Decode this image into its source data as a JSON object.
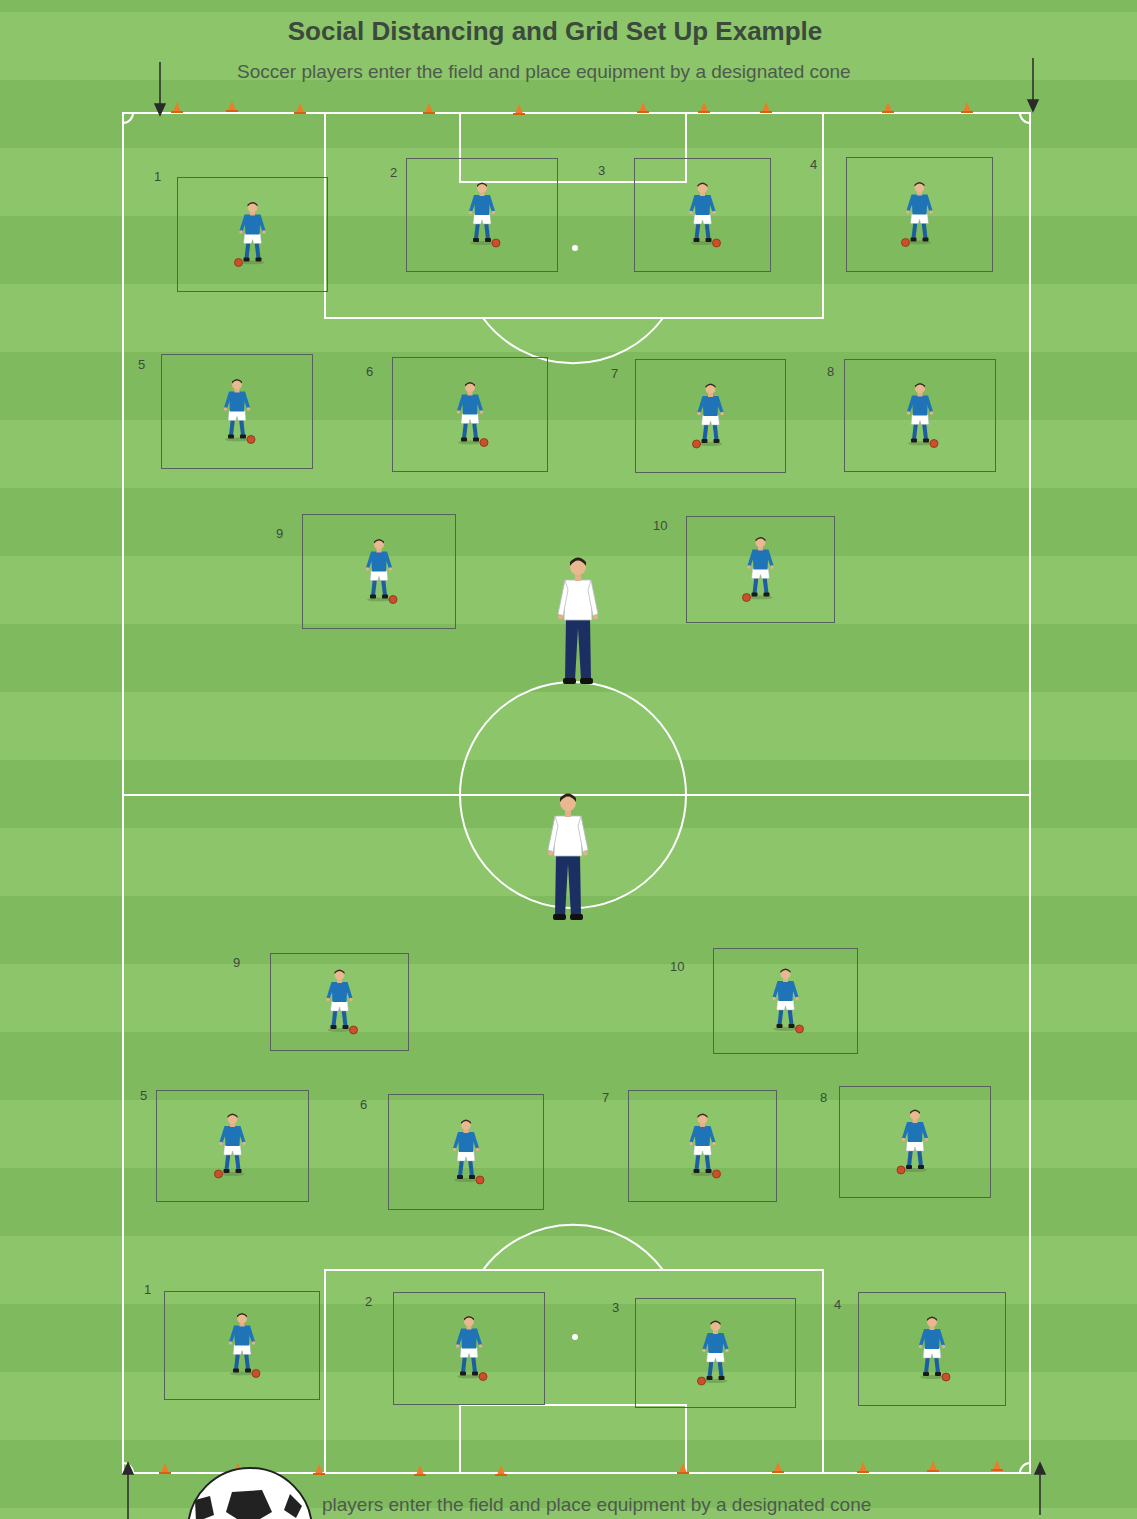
{
  "diagram": {
    "title": "Social Distancing and Grid Set Up Example",
    "nodes": [
      {
        "text": [
          "1"
        ]
      },
      {
        "text": [
          "2"
        ]
      },
      {
        "text": [
          "3"
        ]
      },
      {
        "text": [
          "4"
        ]
      },
      {
        "text": [
          "5"
        ]
      },
      {
        "text": [
          "6"
        ]
      },
      {
        "text": [
          "7"
        ]
      },
      {
        "text": [
          "8"
        ]
      },
      {
        "text": [
          "9"
        ]
      },
      {
        "text": [
          "10"
        ]
      },
      {
        "text": [
          "9"
        ]
      },
      {
        "text": [
          "10"
        ]
      },
      {
        "text": [
          "5"
        ]
      },
      {
        "text": [
          "6"
        ]
      },
      {
        "text": [
          "7"
        ]
      },
      {
        "text": [
          "8"
        ]
      },
      {
        "text": [
          "1"
        ]
      },
      {
        "text": [
          "2"
        ]
      },
      {
        "text": [
          "3"
        ]
      },
      {
        "text": [
          "4"
        ]
      }
    ],
    "labels": [
      "Soccer players enter the field and place equipment by a designated cone",
      "players enter the field and place equipment by a designated cone"
    ]
  }
}
